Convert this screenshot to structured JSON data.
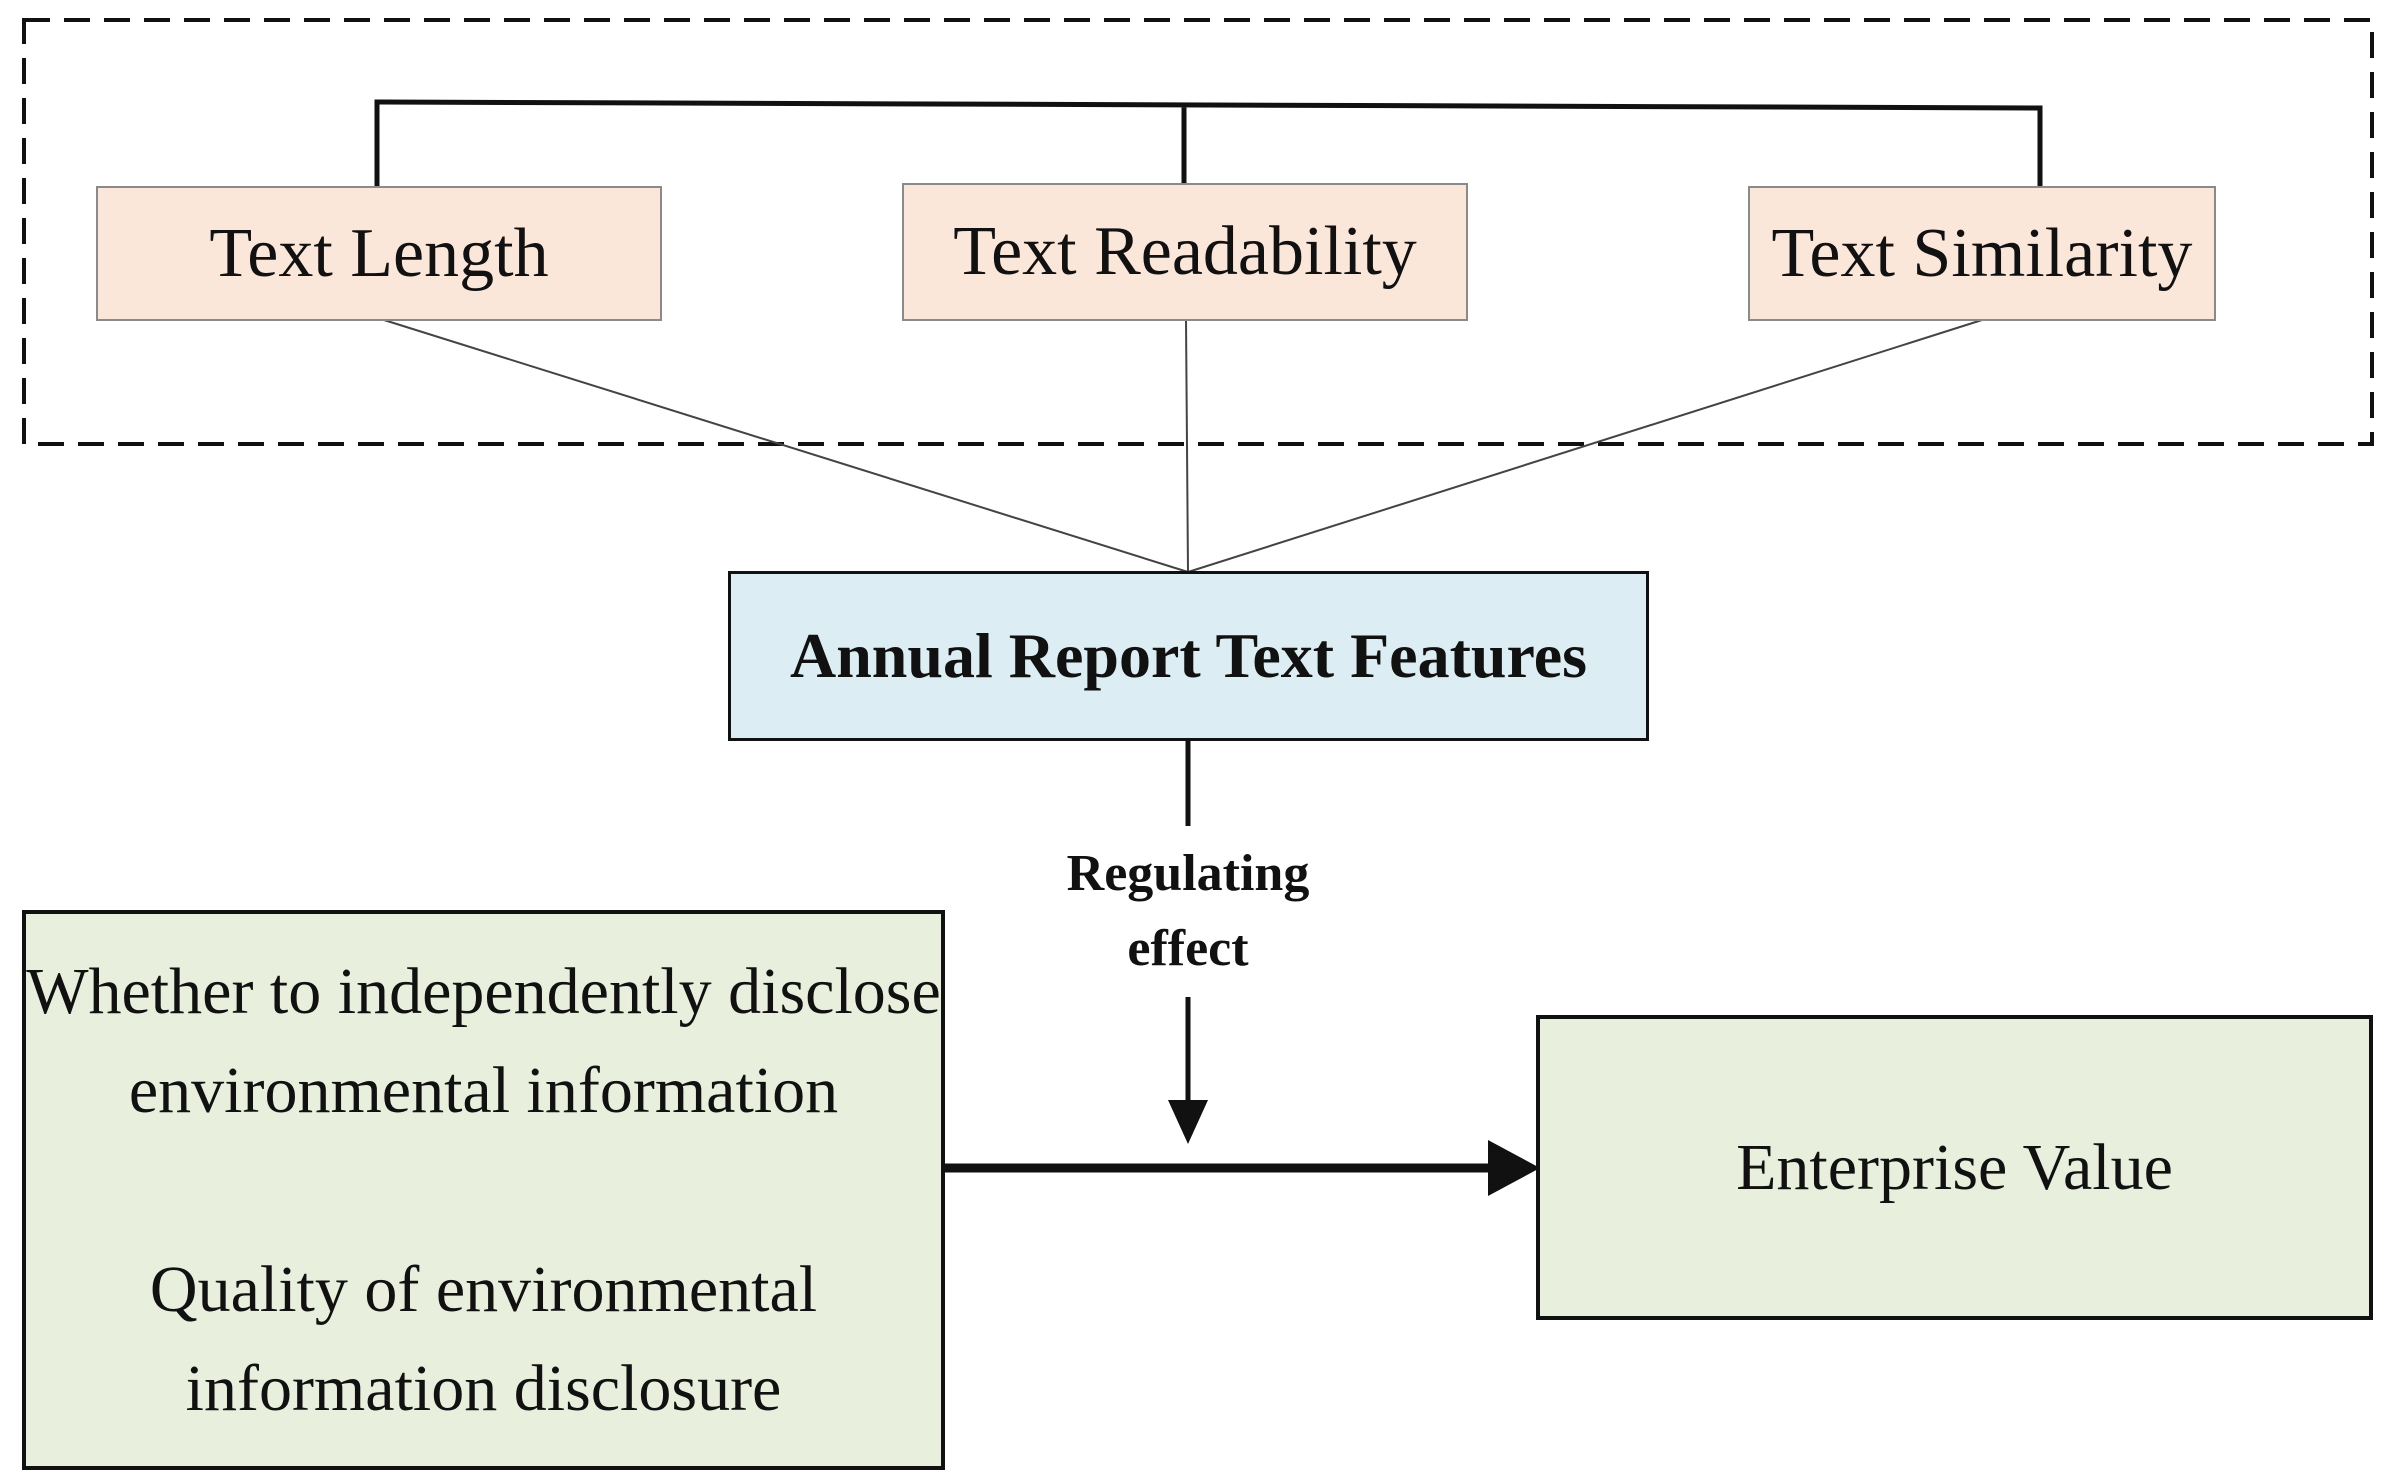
{
  "diagram": {
    "features": [
      {
        "label": "Text Length"
      },
      {
        "label": "Text Readability"
      },
      {
        "label": "Text Similarity"
      }
    ],
    "central": {
      "label": "Annual Report Text Features"
    },
    "moderator": {
      "line1": "Regulating",
      "line2": "effect"
    },
    "independent": {
      "line1": "Whether to independently disclose",
      "line2": "environmental information",
      "line3": "Quality of environmental",
      "line4": "information disclosure"
    },
    "dependent": {
      "label": "Enterprise Value"
    }
  }
}
